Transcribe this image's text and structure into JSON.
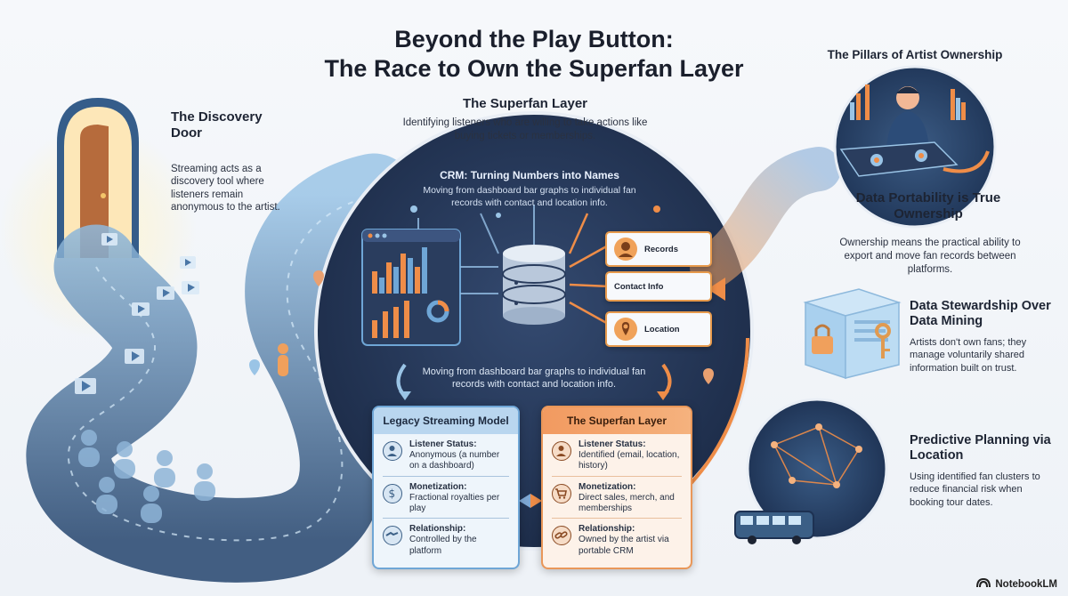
{
  "title": {
    "line1": "Beyond the Play Button:",
    "line2": "The Race to Own the Superfan Layer"
  },
  "discovery": {
    "title": "The Discovery Door",
    "description": "Streaming acts as a discovery tool where listeners remain anonymous to the artist."
  },
  "superfan_layer": {
    "title": "The Superfan Layer",
    "description": "Identifying listeners who are willing to take actions like buying tickets or memberships."
  },
  "crm": {
    "title": "CRM: Turning Numbers into Names",
    "description": "Moving from dashboard bar graphs to individual fan records with contact and location info.",
    "middle_description": "Moving from dashboard bar graphs to individual fan records with contact and location info.",
    "records": [
      {
        "label": "Records",
        "icon": "person-icon"
      },
      {
        "label": "Contact Info",
        "icon": "contact-card-icon"
      },
      {
        "label": "Location",
        "icon": "location-pin-icon"
      }
    ]
  },
  "comparison": {
    "legacy": {
      "title": "Legacy Streaming Model",
      "rows": [
        {
          "label": "Listener Status:",
          "value": "Anonymous (a number on a dashboard)",
          "icon": "person-icon"
        },
        {
          "label": "Monetization:",
          "value": "Fractional royalties per play",
          "icon": "dollar-icon"
        },
        {
          "label": "Relationship:",
          "value": "Controlled by the platform",
          "icon": "handshake-icon"
        }
      ]
    },
    "superfan": {
      "title": "The Superfan Layer",
      "rows": [
        {
          "label": "Listener Status:",
          "value": "Identified (email, location, history)",
          "icon": "person-icon"
        },
        {
          "label": "Monetization:",
          "value": "Direct sales, merch, and memberships",
          "icon": "cart-icon"
        },
        {
          "label": "Relationship:",
          "value": "Owned by the artist via portable CRM",
          "icon": "link-icon"
        }
      ]
    }
  },
  "pillars": {
    "title": "The Pillars of Artist Ownership",
    "items": [
      {
        "title": "Data Portability is True Ownership",
        "description": "Ownership means the practical ability to export and move fan records between platforms."
      },
      {
        "title": "Data Stewardship Over Data Mining",
        "description": "Artists don't own fans; they manage voluntarily shared information built on trust."
      },
      {
        "title": "Predictive Planning via Location",
        "description": "Using identified fan clusters to reduce financial risk when booking tour dates."
      }
    ]
  },
  "brand": "NotebookLM",
  "colors": {
    "navy": "#23324f",
    "blue_path": "#5f93c2",
    "orange": "#ef8d48",
    "cream": "#f7f9fc"
  }
}
